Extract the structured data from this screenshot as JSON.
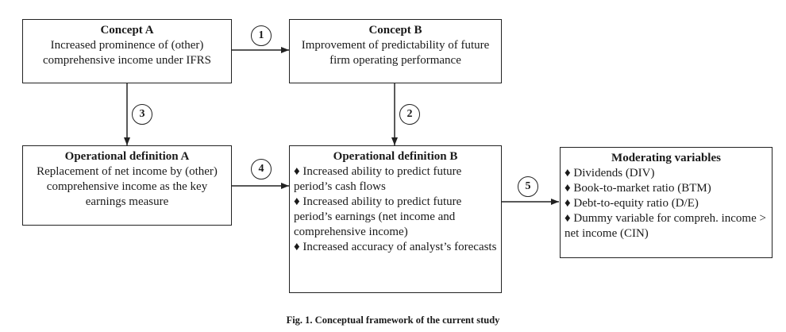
{
  "nodes": {
    "concept_a": {
      "title": "Concept A",
      "lines": [
        "Increased prominence of (other)",
        "comprehensive income under IFRS"
      ]
    },
    "concept_b": {
      "title": "Concept B",
      "lines": [
        "Improvement of predictability of future",
        "firm operating performance"
      ]
    },
    "op_def_a": {
      "title": "Operational definition A",
      "lines": [
        "Replacement of net income by (other)",
        "comprehensive income as the key",
        "earnings measure"
      ]
    },
    "op_def_b": {
      "title": "Operational definition B",
      "items": [
        "♦ Increased ability to predict future period’s cash flows",
        "♦ Increased ability to predict future period’s earnings (net income and comprehensive income)",
        "♦ Increased accuracy of analyst’s forecasts"
      ]
    },
    "moderating": {
      "title": "Moderating variables",
      "items": [
        "♦ Dividends (DIV)",
        "♦ Book-to-market ratio (BTM)",
        "♦ Debt-to-equity ratio (D/E)",
        "♦ Dummy variable for compreh. income > net income (CIN)"
      ]
    }
  },
  "edges": [
    {
      "label": "1",
      "from": "concept_a",
      "to": "concept_b"
    },
    {
      "label": "2",
      "from": "concept_b",
      "to": "op_def_b"
    },
    {
      "label": "3",
      "from": "concept_a",
      "to": "op_def_a"
    },
    {
      "label": "4",
      "from": "op_def_a",
      "to": "op_def_b"
    },
    {
      "label": "5",
      "from": "op_def_b",
      "to": "moderating"
    }
  ],
  "caption": "Fig. 1. Conceptual framework of the current study"
}
